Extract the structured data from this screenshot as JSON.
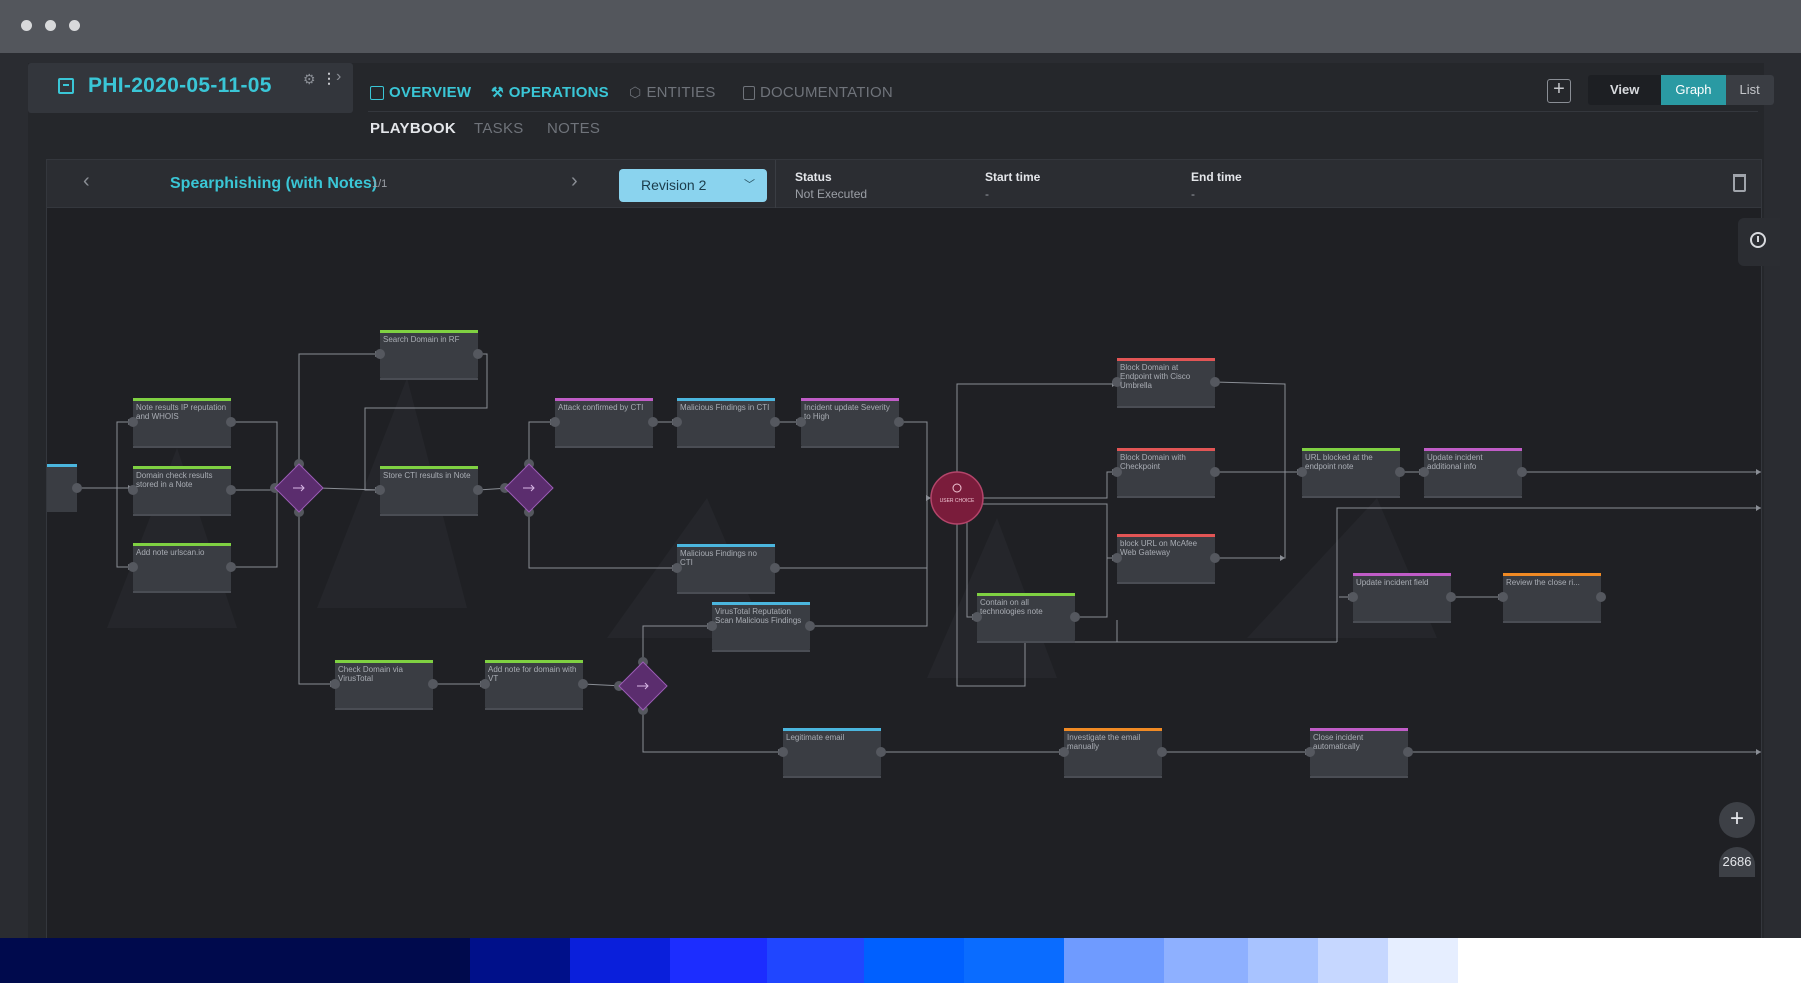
{
  "incident": {
    "title": "PHI-2020-05-11-05"
  },
  "tabs": [
    {
      "label": "OVERVIEW",
      "icon": "chart-icon"
    },
    {
      "label": "OPERATIONS",
      "icon": "tools-icon"
    },
    {
      "label": "ENTITIES",
      "icon": "cube-icon"
    },
    {
      "label": "DOCUMENTATION",
      "icon": "document-icon"
    }
  ],
  "subtabs": [
    "PLAYBOOK",
    "TASKS",
    "NOTES"
  ],
  "view": {
    "label": "View",
    "graph": "Graph",
    "list": "List"
  },
  "playbook": {
    "name": "Spearphishing (with Notes)",
    "count": "1/1",
    "revision": "Revision 2",
    "status_label": "Status",
    "status_value": "Not Executed",
    "start_label": "Start time",
    "start_value": "-",
    "end_label": "End time",
    "end_value": "-"
  },
  "zoom": "2686",
  "colors": {
    "accent": "#3ac6d6",
    "green": "#7fd142",
    "blue": "#4bb6de",
    "pink": "#c05cc7",
    "red": "#e25555",
    "orange": "#f08a24",
    "gateway": "#5b2d6e",
    "choice": "#7a1c3b"
  },
  "graph": {
    "choice_label": "USER CHOICE",
    "nodes": [
      {
        "label": "Note results IP reputation and WHOIS",
        "color": "green"
      },
      {
        "label": "Domain check results stored in a Note",
        "color": "green"
      },
      {
        "label": "Add note urlscan.io",
        "color": "green"
      },
      {
        "label": "Search Domain in RF",
        "color": "green"
      },
      {
        "label": "Store CTI results in Note",
        "color": "green"
      },
      {
        "label": "Check Domain via VirusTotal",
        "color": "green"
      },
      {
        "label": "Add note for domain with VT",
        "color": "green"
      },
      {
        "label": "Attack confirmed by CTI",
        "color": "pink"
      },
      {
        "label": "Malicious Findings in CTI",
        "color": "blue"
      },
      {
        "label": "Incident update Severity to High",
        "color": "pink"
      },
      {
        "label": "Malicious Findings no CTI",
        "color": "blue"
      },
      {
        "label": "VirusTotal Reputation Scan Malicious Findings",
        "color": "blue"
      },
      {
        "label": "Legitimate email",
        "color": "blue"
      },
      {
        "label": "Contain on all technologies note",
        "color": "green"
      },
      {
        "label": "Block Domain at Endpoint with Cisco Umbrella",
        "color": "red"
      },
      {
        "label": "Block Domain with Checkpoint",
        "color": "red"
      },
      {
        "label": "block URL on McAfee Web Gateway",
        "color": "red"
      },
      {
        "label": "URL blocked at the endpoint note",
        "color": "green"
      },
      {
        "label": "Update incident additional info",
        "color": "pink"
      },
      {
        "label": "Update incident field",
        "color": "pink"
      },
      {
        "label": "Review the close ri...",
        "color": "orange"
      },
      {
        "label": "Investigate the email manually",
        "color": "orange"
      },
      {
        "label": "Close incident automatically",
        "color": "pink"
      }
    ]
  },
  "strip_colors": [
    "#000a4d",
    "#00108a",
    "#0a1fdb",
    "#1c2dff",
    "#2046ff",
    "#0060ff",
    "#0a6cff",
    "#6f9bff",
    "#8eb0ff",
    "#a8c3ff",
    "#c6d7ff",
    "#e6eeff",
    "#ffffff"
  ]
}
